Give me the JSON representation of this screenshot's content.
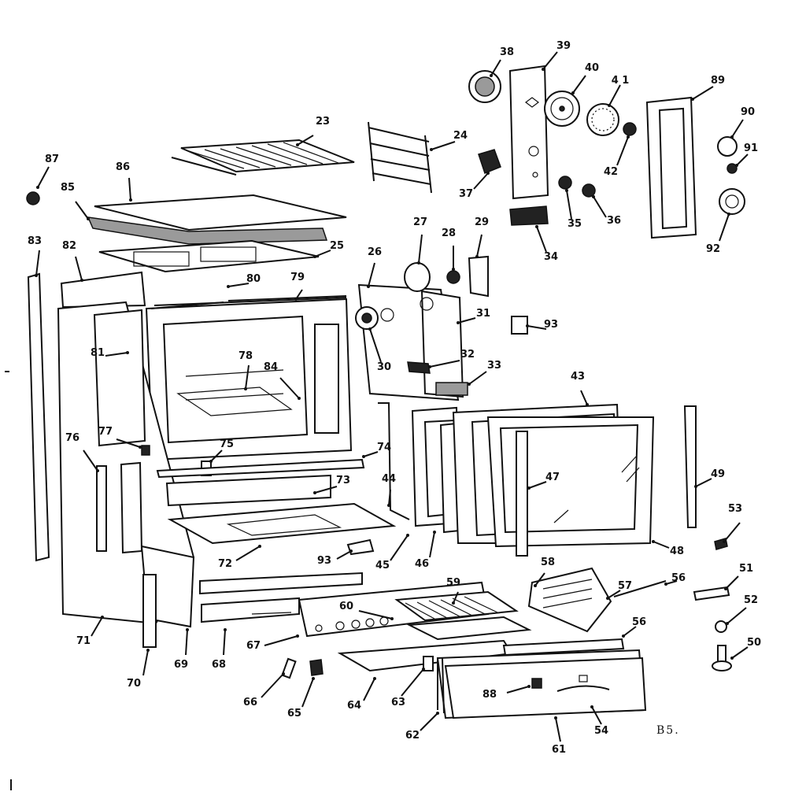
{
  "diagram": {
    "reference_code": "B5.",
    "parts": [
      {
        "id": "p23",
        "num": "23"
      },
      {
        "id": "p24",
        "num": "24"
      },
      {
        "id": "p25",
        "num": "25"
      },
      {
        "id": "p26",
        "num": "26"
      },
      {
        "id": "p27",
        "num": "27"
      },
      {
        "id": "p28",
        "num": "28"
      },
      {
        "id": "p29",
        "num": "29"
      },
      {
        "id": "p30",
        "num": "30"
      },
      {
        "id": "p31",
        "num": "31"
      },
      {
        "id": "p32",
        "num": "32"
      },
      {
        "id": "p33",
        "num": "33"
      },
      {
        "id": "p34",
        "num": "34"
      },
      {
        "id": "p35",
        "num": "35"
      },
      {
        "id": "p36",
        "num": "36"
      },
      {
        "id": "p37",
        "num": "37"
      },
      {
        "id": "p38",
        "num": "38"
      },
      {
        "id": "p39",
        "num": "39"
      },
      {
        "id": "p40",
        "num": "40"
      },
      {
        "id": "p41",
        "num": "4 1"
      },
      {
        "id": "p42",
        "num": "42"
      },
      {
        "id": "p43",
        "num": "43"
      },
      {
        "id": "p44",
        "num": "44"
      },
      {
        "id": "p45",
        "num": "45"
      },
      {
        "id": "p46",
        "num": "46"
      },
      {
        "id": "p47",
        "num": "47"
      },
      {
        "id": "p48",
        "num": "48"
      },
      {
        "id": "p49",
        "num": "49"
      },
      {
        "id": "p50",
        "num": "50"
      },
      {
        "id": "p51",
        "num": "51"
      },
      {
        "id": "p52",
        "num": "52"
      },
      {
        "id": "p53",
        "num": "53"
      },
      {
        "id": "p54",
        "num": "54"
      },
      {
        "id": "p56a",
        "num": "56"
      },
      {
        "id": "p56b",
        "num": "56"
      },
      {
        "id": "p57",
        "num": "57"
      },
      {
        "id": "p58",
        "num": "58"
      },
      {
        "id": "p59",
        "num": "59"
      },
      {
        "id": "p60",
        "num": "60"
      },
      {
        "id": "p61",
        "num": "61"
      },
      {
        "id": "p62",
        "num": "62"
      },
      {
        "id": "p63",
        "num": "63"
      },
      {
        "id": "p64",
        "num": "64"
      },
      {
        "id": "p65",
        "num": "65"
      },
      {
        "id": "p66",
        "num": "66"
      },
      {
        "id": "p67",
        "num": "67"
      },
      {
        "id": "p68",
        "num": "68"
      },
      {
        "id": "p69",
        "num": "69"
      },
      {
        "id": "p70",
        "num": "70"
      },
      {
        "id": "p71",
        "num": "71"
      },
      {
        "id": "p72",
        "num": "72"
      },
      {
        "id": "p73",
        "num": "73"
      },
      {
        "id": "p74",
        "num": "74"
      },
      {
        "id": "p75",
        "num": "75"
      },
      {
        "id": "p76",
        "num": "76"
      },
      {
        "id": "p77",
        "num": "77"
      },
      {
        "id": "p78",
        "num": "78"
      },
      {
        "id": "p79",
        "num": "79"
      },
      {
        "id": "p80",
        "num": "80"
      },
      {
        "id": "p81",
        "num": "81"
      },
      {
        "id": "p82",
        "num": "82"
      },
      {
        "id": "p83",
        "num": "83"
      },
      {
        "id": "p84",
        "num": "84"
      },
      {
        "id": "p85",
        "num": "85"
      },
      {
        "id": "p86",
        "num": "86"
      },
      {
        "id": "p87",
        "num": "87"
      },
      {
        "id": "p88",
        "num": "88"
      },
      {
        "id": "p89",
        "num": "89"
      },
      {
        "id": "p90",
        "num": "90"
      },
      {
        "id": "p91",
        "num": "91"
      },
      {
        "id": "p92",
        "num": "92"
      },
      {
        "id": "p93a",
        "num": "93"
      },
      {
        "id": "p93b",
        "num": "93"
      }
    ]
  }
}
